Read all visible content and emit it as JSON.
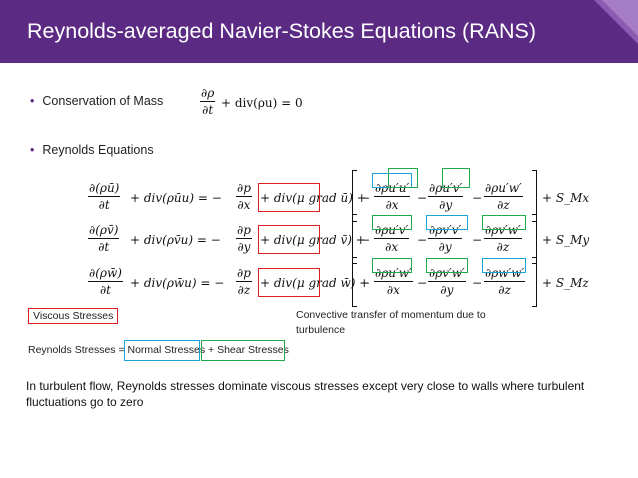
{
  "title": "Reynolds-averaged Navier-Stokes Equations (RANS)",
  "bullets": [
    {
      "label": "Conservation of Mass"
    },
    {
      "label": "Reynolds Equations"
    }
  ],
  "mass_eq": {
    "num": "∂ρ",
    "den": "∂t",
    "rest": "+ div(ρu) = 0"
  },
  "eq_x": {
    "lhs_num": "∂(ρū)",
    "lhs_den": "∂t",
    "conv": "+ div(ρūu) = −",
    "p_num": "∂p",
    "p_den": "∂x",
    "visc": "+ div(μ grad ū) +",
    "t1_num": "∂ρu′u′",
    "t1_den": "∂x",
    "t2_num": "∂ρu′v′",
    "t2_den": "∂y",
    "t3_num": "∂ρu′w′",
    "t3_den": "∂z",
    "src": "+ S_Mx"
  },
  "eq_y": {
    "lhs_num": "∂(ρv̄)",
    "lhs_den": "∂t",
    "conv": "+ div(ρv̄u) = −",
    "p_num": "∂p",
    "p_den": "∂y",
    "visc": "+ div(μ grad v̄) +",
    "t1_num": "∂ρu′v′",
    "t1_den": "∂x",
    "t2_num": "∂ρv′v′",
    "t2_den": "∂y",
    "t3_num": "∂ρv′w′",
    "t3_den": "∂z",
    "src": "+ S_My"
  },
  "eq_z": {
    "lhs_num": "∂(ρw̄)",
    "lhs_den": "∂t",
    "conv": "+ div(ρw̄u) = −",
    "p_num": "∂p",
    "p_den": "∂z",
    "visc": "+ div(μ grad w̄) +",
    "t1_num": "∂ρu′w′",
    "t1_den": "∂x",
    "t2_num": "∂ρv′w′",
    "t2_den": "∂y",
    "t3_num": "∂ρw′w′",
    "t3_den": "∂z",
    "src": "+ S_Mz"
  },
  "captions": {
    "viscous": "Viscous Stresses",
    "convective": "Convective transfer of momentum due to turbulence",
    "reynolds": "Reynolds Stresses = Normal Stresses + Shear Stresses"
  },
  "paragraph": "In turbulent flow, Reynolds stresses dominate viscous stresses except very close to walls where turbulent fluctuations go to zero",
  "colors": {
    "title_bg": "#5b2a83",
    "red": "#e02020",
    "blue": "#1aa3d8",
    "green": "#21a84a"
  }
}
